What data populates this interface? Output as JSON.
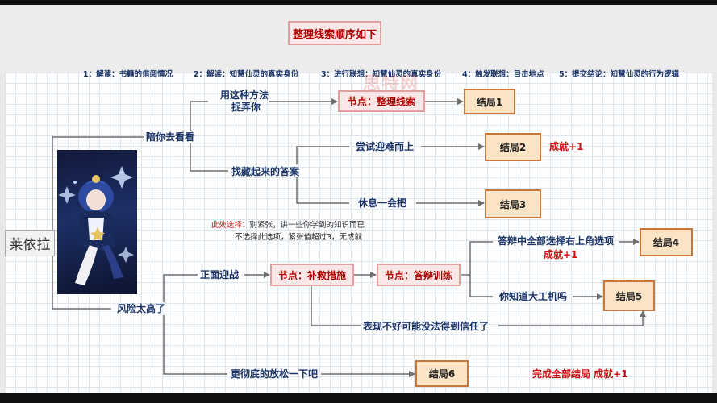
{
  "title": "整理线索顺序如下",
  "steps": [
    "1：解读：书籍的借阅情况",
    "2：解读：知慧仙灵的真实身份",
    "3：进行联想：知慧仙灵的真实身份",
    "4：触发联想：目击地点",
    "5：提交结论：知慧仙灵的行为逻辑"
  ],
  "watermark": "思特网",
  "start_node": "莱依拉",
  "branches": {
    "accompany": "陪你去看看",
    "trick_line1": "用这种方法",
    "trick_line2": "捉弄你",
    "hidden_answer": "找藏起来的答案",
    "try_hard": "尝试迎难而上",
    "rest": "休息一会把",
    "too_risky": "风险太高了",
    "face_it": "正面迎战",
    "know_ai": "你知道大工机吗",
    "all_top_right_line": "答辩中全部选择右上角选项",
    "not_trusted": "表现不好可能没法得到信任了",
    "relax": "更彻底的放松一下吧"
  },
  "nodes": {
    "clue": "节点：整理线索",
    "remedy": "节点：补救措施",
    "defense": "节点：答辩训练"
  },
  "endings": {
    "e1": "结局1",
    "e2": "结局2",
    "e3": "结局3",
    "e4": "结局4",
    "e5": "结局5",
    "e6": "结局6"
  },
  "achievements": {
    "a2": "成就+1",
    "a4": "成就+1",
    "all": "完成全部结局  成就+1"
  },
  "note": {
    "line1_highlight": "此处选择：",
    "line1_rest": "别紧张，讲一些你学到的知识而已",
    "line2": "不选择此选项，紧张值超过3，无成就"
  }
}
